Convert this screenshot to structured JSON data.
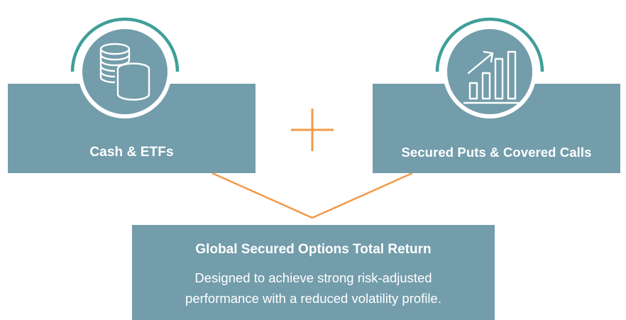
{
  "colors": {
    "box": "#739dab",
    "ring": "#3f9f98",
    "accent": "#f29a49",
    "text": "#ffffff"
  },
  "left_box": {
    "label": "Cash & ETFs",
    "icon": "coins-icon"
  },
  "right_box": {
    "label": "Secured Puts & Covered Calls",
    "icon": "growth-chart-icon"
  },
  "operator": {
    "symbol": "plus-icon"
  },
  "result_box": {
    "title": "Global Secured Options Total Return",
    "description_lines": [
      "Designed to achieve strong risk-adjusted",
      "performance with a reduced volatility profile."
    ]
  }
}
